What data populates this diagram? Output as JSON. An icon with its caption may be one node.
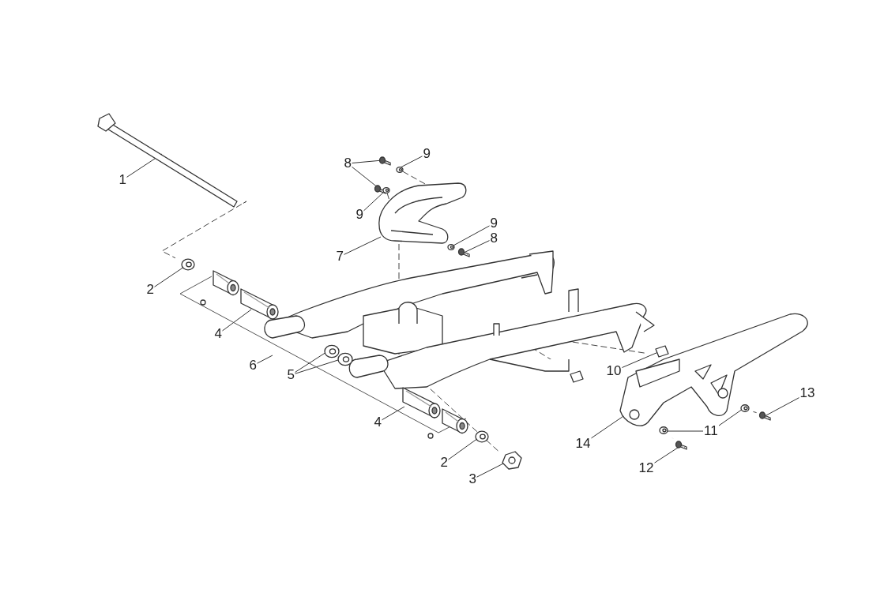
{
  "diagram": {
    "nodes": [
      {
        "text": [
          "9"
        ]
      },
      {
        "text": [
          "8"
        ]
      },
      {
        "text": [
          "1"
        ]
      },
      {
        "text": [
          "9"
        ]
      },
      {
        "text": [
          "9"
        ]
      },
      {
        "text": [
          "8"
        ]
      },
      {
        "text": [
          "7"
        ]
      },
      {
        "text": [
          "2"
        ]
      },
      {
        "text": [
          "4"
        ]
      },
      {
        "text": [
          "6"
        ]
      },
      {
        "text": [
          "10"
        ]
      },
      {
        "text": [
          "5"
        ]
      },
      {
        "text": [
          "13"
        ]
      },
      {
        "text": [
          "4"
        ]
      },
      {
        "text": [
          "11"
        ]
      },
      {
        "text": [
          "14"
        ]
      },
      {
        "text": [
          "2"
        ]
      },
      {
        "text": [
          "12"
        ]
      },
      {
        "text": [
          "3"
        ]
      },
      {
        "text": [],
        "shape": "picture"
      },
      {
        "text": [],
        "shape": "picture"
      },
      {
        "text": [],
        "shape": "picture"
      },
      {
        "text": [],
        "shape": "picture"
      },
      {
        "text": [],
        "shape": "picture"
      },
      {
        "text": [],
        "shape": "picture"
      },
      {
        "text": [],
        "shape": "picture"
      },
      {
        "text": [],
        "shape": "picture"
      },
      {
        "text": [],
        "shape": "picture"
      },
      {
        "text": [],
        "shape": "picture"
      },
      {
        "text": [],
        "shape": "picture"
      },
      {
        "text": [],
        "shape": "picture"
      },
      {
        "text": [],
        "shape": "picture"
      },
      {
        "text": [],
        "shape": "picture"
      },
      {
        "text": [],
        "shape": "picture"
      },
      {
        "text": [],
        "shape": "picture"
      },
      {
        "text": [],
        "shape": "picture"
      },
      {
        "text": [],
        "shape": "picture"
      },
      {
        "text": [],
        "shape": "picture"
      },
      {
        "text": [],
        "shape": "picture"
      },
      {
        "text": [],
        "shape": "picture"
      }
    ],
    "edges": [
      {
        "from": 0,
        "to": 19,
        "arrow": "none"
      },
      {
        "from": 1,
        "to": 20,
        "arrow": "none"
      },
      {
        "from": 1,
        "to": 21,
        "arrow": "none"
      },
      {
        "from": 2,
        "to": 22,
        "arrow": "none"
      },
      {
        "from": 3,
        "to": 23,
        "arrow": "none"
      },
      {
        "from": 4,
        "to": 24,
        "arrow": "none"
      },
      {
        "from": 5,
        "to": 25,
        "arrow": "none"
      },
      {
        "from": 6,
        "to": 26,
        "arrow": "none"
      },
      {
        "from": 7,
        "to": 27,
        "arrow": "none"
      },
      {
        "from": 8,
        "to": 28,
        "arrow": "none"
      },
      {
        "from": 9,
        "to": null,
        "arrow": "none"
      },
      {
        "from": 10,
        "to": 29,
        "arrow": "none"
      },
      {
        "from": 11,
        "to": 30,
        "arrow": "none"
      },
      {
        "from": 11,
        "to": 31,
        "arrow": "none"
      },
      {
        "from": 12,
        "to": 32,
        "arrow": "none"
      },
      {
        "from": 13,
        "to": 33,
        "arrow": "none"
      },
      {
        "from": 14,
        "to": 34,
        "arrow": "none"
      },
      {
        "from": 14,
        "to": 35,
        "arrow": "none"
      },
      {
        "from": 15,
        "to": 36,
        "arrow": "none"
      },
      {
        "from": 16,
        "to": 37,
        "arrow": "none"
      },
      {
        "from": 17,
        "to": 38,
        "arrow": "none"
      },
      {
        "from": 18,
        "to": 39,
        "arrow": "none"
      },
      {
        "from": 19,
        "to": 26,
        "arrow": "none",
        "style": "dashed"
      },
      {
        "from": 23,
        "to": 26,
        "arrow": "none",
        "style": "dashed"
      }
    ]
  }
}
